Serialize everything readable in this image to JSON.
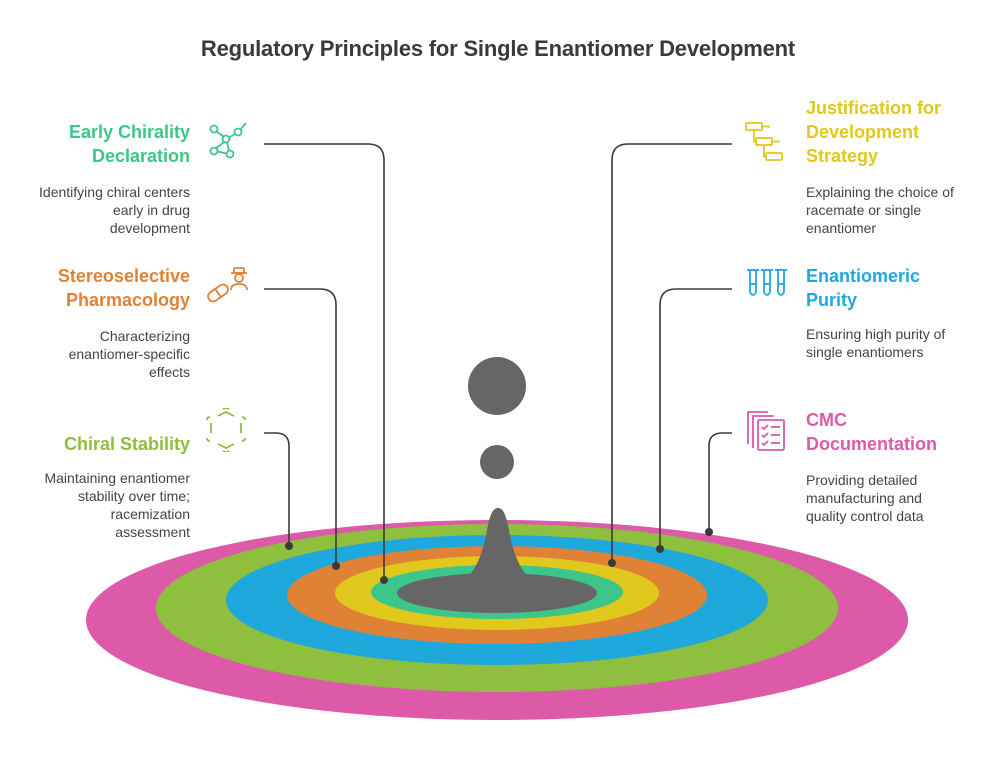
{
  "title": "Regulatory Principles for Single Enantiomer Development",
  "colors": {
    "gray": "#666666",
    "green": "#3cc68a",
    "orange": "#e08236",
    "lightgreen": "#8fbf3f",
    "yellow": "#e0c81c",
    "blue": "#1fa8dc",
    "pink": "#dc5aa8",
    "line": "#3a3a3a"
  },
  "items": {
    "early_chirality": {
      "title": "Early Chirality Declaration",
      "title_lines": [
        "Early Chirality",
        "Declaration"
      ],
      "desc_lines": [
        "Identifying chiral centers",
        "early in drug",
        "development"
      ],
      "icon": "molecule-network-icon"
    },
    "stereoselective": {
      "title": "Stereoselective Pharmacology",
      "title_lines": [
        "Stereoselective",
        "Pharmacology"
      ],
      "desc_lines": [
        "Characterizing",
        "enantiomer-specific",
        "effects"
      ],
      "icon": "pharmacist-pill-icon"
    },
    "chiral_stability": {
      "title": "Chiral Stability",
      "title_lines": [
        "Chiral Stability"
      ],
      "desc_lines": [
        "Maintaining enantiomer",
        "stability over time;",
        "racemization",
        "assessment"
      ],
      "icon": "carbon-ring-icon"
    },
    "justification": {
      "title": "Justification for Development Strategy",
      "title_lines": [
        "Justification for",
        "Development",
        "Strategy"
      ],
      "desc_lines": [
        "Explaining the choice of",
        "racemate or single",
        "enantiomer"
      ],
      "icon": "flowchart-icon"
    },
    "purity": {
      "title": "Enantiomeric Purity",
      "title_lines": [
        "Enantiomeric",
        "Purity"
      ],
      "desc_lines": [
        "Ensuring high purity of",
        "single enantiomers"
      ],
      "icon": "test-tubes-icon"
    },
    "cmc": {
      "title": "CMC Documentation",
      "title_lines": [
        "CMC",
        "Documentation"
      ],
      "desc_lines": [
        "Providing detailed",
        "manufacturing and",
        "quality control data"
      ],
      "icon": "checklist-documents-icon"
    }
  }
}
